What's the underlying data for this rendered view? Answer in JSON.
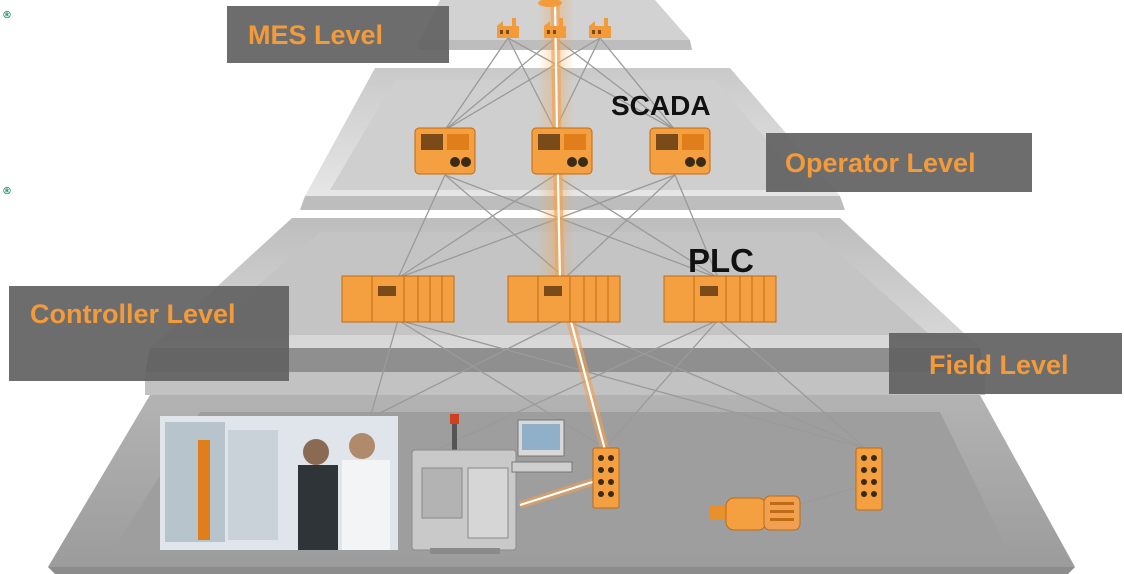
{
  "levels": {
    "mes": "MES Level",
    "operator": "Operator Level",
    "controller": "Controller Level",
    "field": "Field Level"
  },
  "tiers": {
    "scada": "SCADA",
    "plc": "PLC"
  },
  "colors": {
    "accent": "#f39a3a",
    "device_orange": "#f5a040",
    "label_bg": "#626262",
    "pyramid_gray": "#a9a9a9",
    "line_gray": "#9a9a9a"
  },
  "icons": [
    "factory-icon",
    "operator-panel-icon",
    "plc-module-icon",
    "io-module-icon",
    "motor-icon",
    "machine-icon"
  ]
}
